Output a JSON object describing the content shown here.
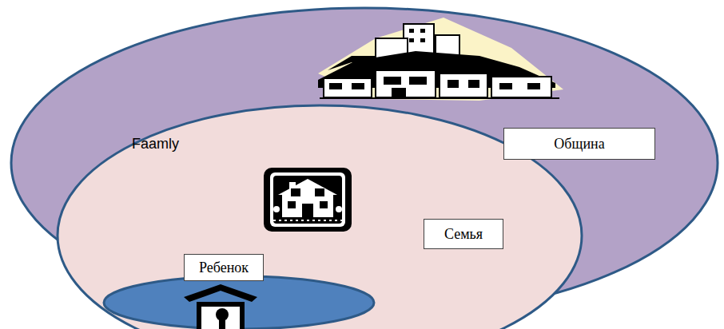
{
  "diagram": {
    "nodes": [
      {
        "text": [
          "Община"
        ]
      },
      {
        "text": [
          "Семья"
        ],
        "in": 0
      },
      {
        "text": [
          "Ребенок"
        ],
        "in": 1
      }
    ],
    "labels": [
      "Faamly"
    ]
  }
}
